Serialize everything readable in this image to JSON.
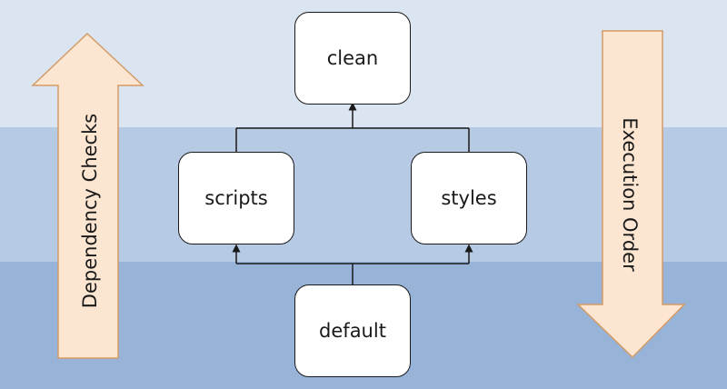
{
  "colors": {
    "band_top": "#dbe4f1",
    "band_middle": "#b7cae4",
    "band_bottom": "#97b3d8",
    "arrow_fill": "#fde6d1",
    "arrow_stroke": "#d39b67",
    "connector": "#1a1a1a"
  },
  "nodes": {
    "clean": "clean",
    "scripts": "scripts",
    "styles": "styles",
    "default": "default"
  },
  "arrows": {
    "left_label": "Dependency Checks",
    "right_label": "Execution Order"
  }
}
